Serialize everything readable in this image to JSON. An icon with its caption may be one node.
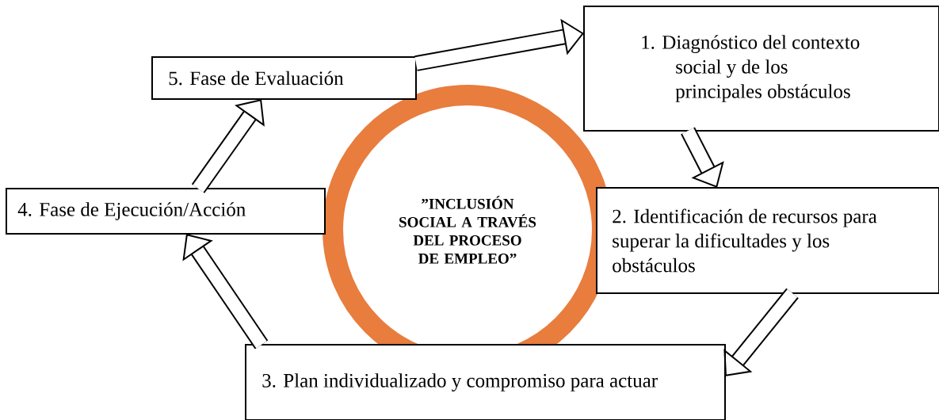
{
  "diagram": {
    "nodes": [
      {
        "text": [
          "”INCLUSIÓN SOCIAL A TRAVÉS DEL PROCESO DE EMPLEO”"
        ]
      },
      {
        "text": [
          "1. Diagnóstico del contexto social y de los principales obstáculos"
        ]
      },
      {
        "text": [
          "2. Identificación de recursos para superar la dificultades y los obstáculos"
        ]
      },
      {
        "text": [
          "3. Plan individualizado y compromiso para actuar"
        ]
      },
      {
        "text": [
          "4. Fase de Ejecución/Acción"
        ]
      },
      {
        "text": [
          "5. Fase de Evaluación"
        ]
      }
    ],
    "edges": [
      {
        "from": 5,
        "to": 1,
        "arrow": "to"
      },
      {
        "from": 1,
        "to": 2,
        "arrow": "to"
      },
      {
        "from": 2,
        "to": 3,
        "arrow": "to"
      },
      {
        "from": 3,
        "to": 4,
        "arrow": "to"
      },
      {
        "from": 4,
        "to": 5,
        "arrow": "to"
      }
    ]
  }
}
